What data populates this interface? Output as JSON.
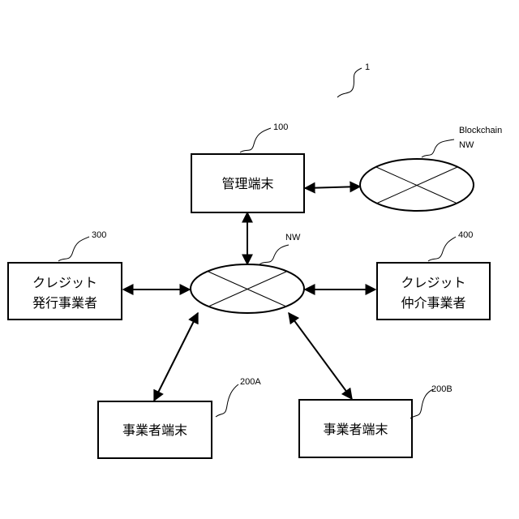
{
  "system_ref": "1",
  "management_terminal": {
    "ref": "100",
    "label": "管理端末"
  },
  "blockchain_network": {
    "label_line1": "Blockchain",
    "label_line2": "NW"
  },
  "network": {
    "label": "NW"
  },
  "credit_issuer": {
    "ref": "300",
    "line1": "クレジット",
    "line2": "発行事業者"
  },
  "credit_broker": {
    "ref": "400",
    "line1": "クレジット",
    "line2": "仲介事業者"
  },
  "business_terminal_a": {
    "ref": "200A",
    "label": "事業者端末"
  },
  "business_terminal_b": {
    "ref": "200B",
    "label": "事業者端末"
  }
}
